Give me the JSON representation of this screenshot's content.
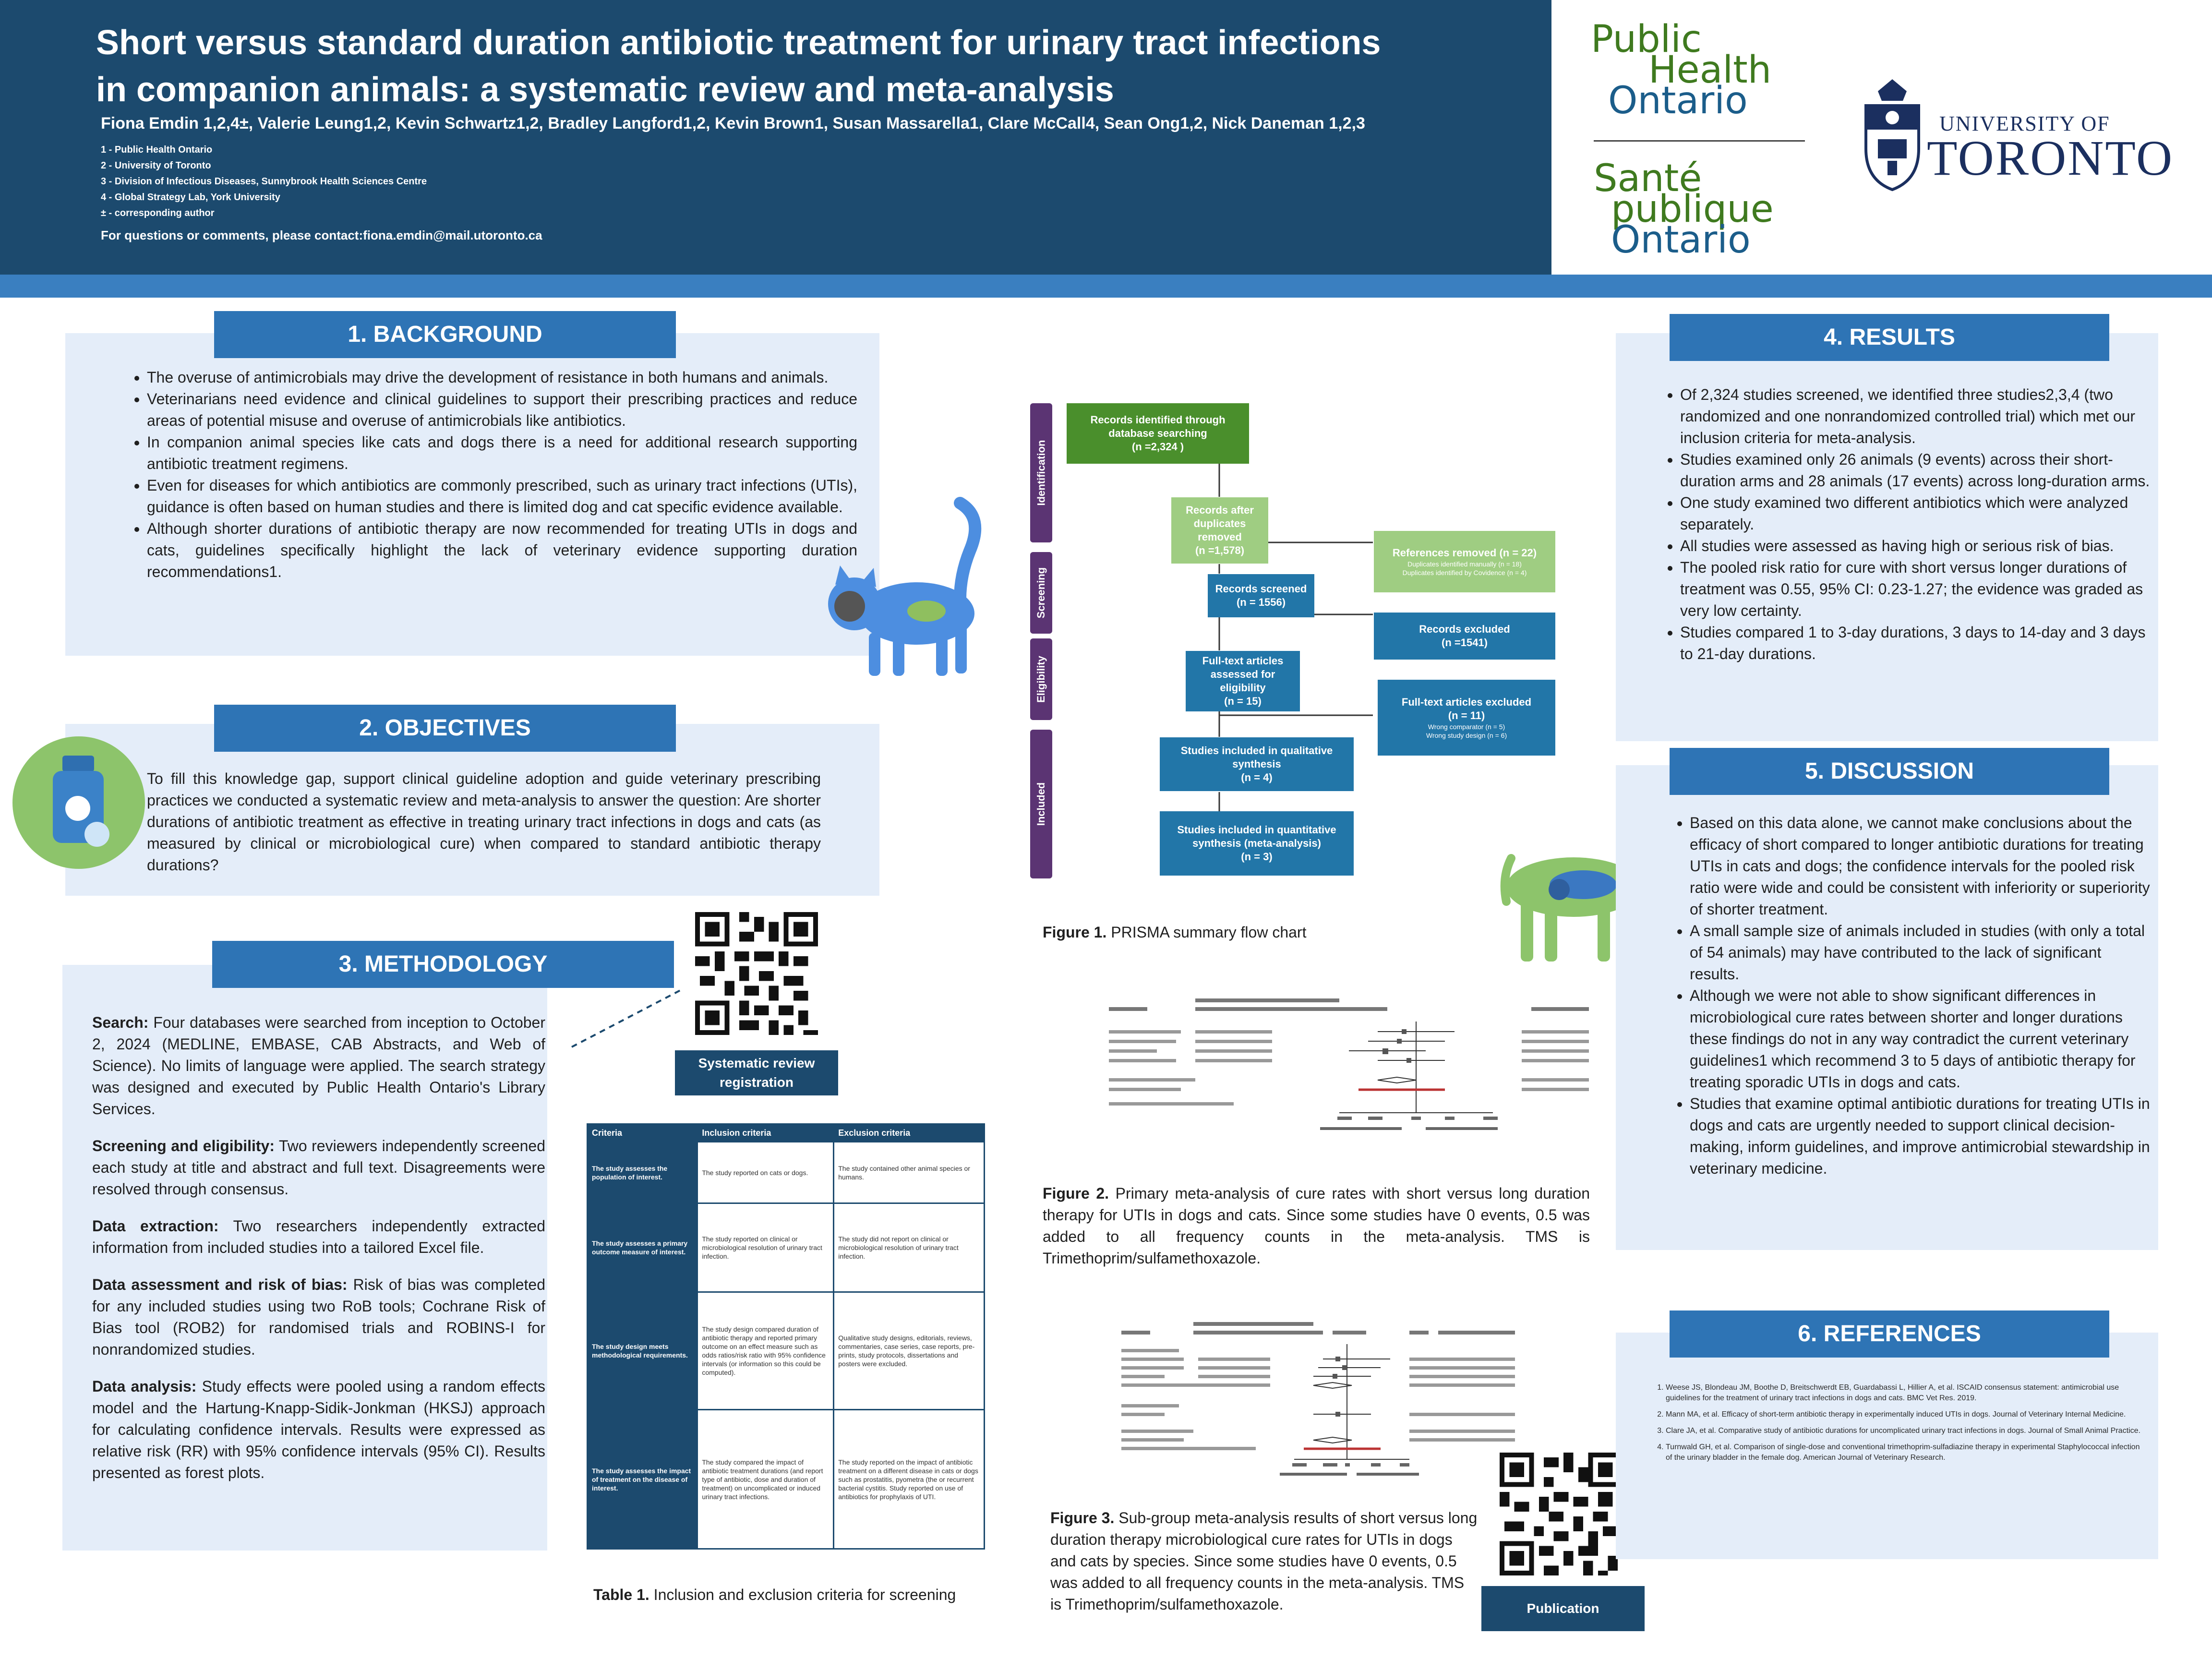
{
  "header": {
    "title_line1": "Short versus standard duration antibiotic treatment for urinary tract infections",
    "title_line2": "in companion animals: a systematic review and meta-analysis",
    "authors": "Fiona Emdin 1,2,4±, Valerie Leung1,2, Kevin Schwartz1,2, Bradley Langford1,2, Kevin Brown1, Susan Massarella1, Clare McCall4, Sean Ong1,2, Nick Daneman 1,2,3",
    "affiliations": [
      "1 - Public Health Ontario",
      "2 - University of Toronto",
      "3 - Division of Infectious Diseases, Sunnybrook Health Sciences Centre",
      "4 - Global Strategy Lab, York University",
      "± - corresponding author"
    ],
    "contact": "For questions or comments, please contact:fiona.emdin@mail.utoronto.ca"
  },
  "logos": {
    "pho_en": [
      "Public",
      "Health",
      "Ontario"
    ],
    "pho_fr": [
      "Santé",
      "publique",
      "Ontario"
    ],
    "uoft_line1": "UNIVERSITY OF",
    "uoft_line2": "TORONTO"
  },
  "colors": {
    "header": "#1c4a6e",
    "panel_head": "#2e74b5",
    "panel_bg": "#e4edf9",
    "pho_green": "#3f7a1f",
    "pho_blue": "#1b5d8a",
    "uoft_navy": "#1b2f5f"
  },
  "background": {
    "heading": "1. BACKGROUND",
    "bullets": [
      "The overuse of antimicrobials may drive the development of resistance in both humans and animals.",
      "Veterinarians need evidence and clinical guidelines to support their prescribing practices and reduce areas of potential misuse and overuse of antimicrobials like antibiotics.",
      "In companion animal species like cats and dogs there is a need for additional research supporting antibiotic treatment regimens.",
      "Even for diseases for which antibiotics are commonly prescribed, such as urinary tract infections (UTIs), guidance is often based on human studies and there is limited dog and cat specific evidence available.",
      "Although shorter durations of antibiotic therapy are now recommended for treating UTIs in dogs and cats, guidelines specifically highlight the lack of veterinary evidence supporting duration recommendations1."
    ]
  },
  "objectives": {
    "heading": "2. OBJECTIVES",
    "text": "To fill this knowledge gap, support clinical guideline adoption and guide veterinary prescribing practices we conducted a systematic review and meta-analysis to answer the question: Are shorter durations of antibiotic treatment as effective in treating urinary tract infections in dogs and cats (as measured by clinical or microbiological cure) when compared to standard antibiotic therapy durations?"
  },
  "methodology": {
    "heading": "3. METHODOLOGY",
    "items": [
      {
        "label": "Search:",
        "text": " Four databases were searched from inception to October 2, 2024 (MEDLINE, EMBASE, CAB Abstracts, and Web of Science). No limits of language were applied. The search strategy was designed and executed by Public Health Ontario's Library Services."
      },
      {
        "label": "Screening and eligibility:",
        "text": " Two reviewers independently screened each study at title and abstract and full text. Disagreements were resolved through consensus."
      },
      {
        "label": "Data extraction:",
        "text": " Two researchers independently extracted information from included studies into a tailored Excel file."
      },
      {
        "label": "Data assessment and risk of bias:",
        "text": " Risk of bias was completed for any included studies using two RoB tools; Cochrane Risk of Bias tool (ROB2) for randomised trials and ROBINS-I for nonrandomized studies."
      },
      {
        "label": "Data analysis:",
        "text": " Study effects were pooled using a random effects model and the Hartung-Knapp-Sidik-Jonkman (HKSJ) approach for calculating confidence intervals. Results were expressed as relative risk (RR) with 95% confidence intervals (95% CI). Results presented as forest plots."
      }
    ],
    "qr_label": "Systematic review registration"
  },
  "criteria_table": {
    "headers": [
      "Criteria",
      "Inclusion criteria",
      "Exclusion criteria"
    ],
    "rows": [
      [
        "The study assesses the population of interest.",
        "The study reported on cats or dogs.",
        "The study contained other animal species or humans."
      ],
      [
        "The study assesses a primary outcome measure of interest.",
        "The study reported on clinical or microbiological resolution of urinary tract infection.",
        "The study did not report on clinical or microbiological resolution of urinary tract infection."
      ],
      [
        "The study design meets methodological requirements.",
        "The study design compared duration of antibiotic therapy and reported primary outcome on an effect measure such as odds ratios/risk ratio with 95% confidence intervals (or information so this could be computed).",
        "Qualitative study designs, editorials, reviews, commentaries, case series, case reports, pre-prints, study protocols, dissertations and posters were excluded."
      ],
      [
        "The study assesses the impact of treatment on the disease of interest.",
        "The study compared the impact of antibiotic treatment durations (and report type of antibiotic, dose and duration of treatment) on uncomplicated or induced urinary tract infections.",
        "The study reported on the impact of antibiotic treatment on a different disease in cats or dogs such as prostatitis, pyometra (the or recurrent bacterial cystitis. Study reported on use of antibiotics for prophylaxis of UTI."
      ]
    ],
    "caption_label": "Table 1.",
    "caption_text": " Inclusion and exclusion criteria for screening"
  },
  "prisma": {
    "stages": [
      "Identification",
      "Screening",
      "Eligibility",
      "Included"
    ],
    "boxes": {
      "identified": "Records identified through database searching",
      "identified_n": "(n =2,324  )",
      "after_dup": "Records after duplicates removed",
      "after_dup_n": "(n =1,578)",
      "refs_removed": "References removed  (n = 22)",
      "refs_removed_sub1": "Duplicates identified manually (n = 18)",
      "refs_removed_sub2": "Duplicates identified by Covidence (n = 4)",
      "screened": "Records screened",
      "screened_n": "(n = 1556)",
      "excluded": "Records excluded",
      "excluded_n": "(n =1541)",
      "fulltext": "Full-text articles assessed for eligibility",
      "fulltext_n": "(n = 15)",
      "ft_excluded": "Full-text articles excluded",
      "ft_excluded_n": "(n = 11)",
      "ft_excluded_sub1": "Wrong comparator (n = 5)",
      "ft_excluded_sub2": "Wrong study design (n = 6)",
      "qual": "Studies included in qualitative synthesis",
      "qual_n": "(n = 4)",
      "quant": "Studies included in quantitative synthesis (meta-analysis)",
      "quant_n": "(n = 3)"
    },
    "caption_label": "Figure 1.",
    "caption_text": " PRISMA summary flow chart"
  },
  "figure2": {
    "caption_label": "Figure 2.",
    "caption_text": " Primary meta-analysis of cure rates with short versus long duration therapy for UTIs in dogs and cats. Since some studies have 0 events, 0.5 was added to all frequency counts in the meta-analysis. TMS is Trimethoprim/sulfamethoxazole."
  },
  "figure3": {
    "caption_label": "Figure 3.",
    "caption_text": " Sub-group meta-analysis results of short versus long duration therapy microbiological cure rates for UTIs in dogs and cats by species. Since some studies have 0 events, 0.5 was added to all frequency counts in the meta-analysis. TMS is Trimethoprim/sulfamethoxazole.",
    "qr_label": "Publication"
  },
  "results": {
    "heading": "4. RESULTS",
    "bullets": [
      "Of 2,324 studies screened, we identified three studies2,3,4 (two randomized and one nonrandomized controlled trial) which met our inclusion criteria for meta-analysis.",
      "Studies examined only 26 animals (9 events) across their short-duration arms and 28 animals (17 events) across long-duration arms.",
      "One study examined two different antibiotics which were analyzed separately.",
      "All studies were assessed as having high or serious risk of bias.",
      "The pooled risk ratio for cure with short versus longer durations of treatment was 0.55, 95% CI: 0.23-1.27; the evidence was graded as very low certainty.",
      "Studies compared 1 to 3-day durations, 3 days to 14-day and 3 days to 21-day durations."
    ]
  },
  "discussion": {
    "heading": "5. DISCUSSION",
    "bullets": [
      "Based on this data alone, we cannot make conclusions about the efficacy of short compared to longer antibiotic durations for treating UTIs in cats and dogs; the confidence intervals for the pooled risk ratio were wide and could be consistent with inferiority or superiority of shorter treatment.",
      "A small sample size of animals included in studies (with only a total of 54 animals) may have contributed to the lack of significant results.",
      "Although we were not able to show significant differences in microbiological cure rates between shorter and longer durations these findings do not in any way contradict the current veterinary guidelines1 which recommend 3 to 5 days of antibiotic therapy for treating sporadic UTIs in dogs and cats.",
      "Studies that examine optimal antibiotic durations for treating UTIs in dogs and cats are urgently needed to support clinical decision-making, inform guidelines, and improve antimicrobial stewardship in veterinary medicine."
    ]
  },
  "references": {
    "heading": "6. REFERENCES",
    "items": [
      "Weese JS, Blondeau JM, Boothe D, Breitschwerdt EB, Guardabassi L, Hillier A, et al. ISCAID consensus statement: antimicrobial use guidelines for the treatment of urinary tract infections in dogs and cats. BMC Vet Res. 2019.",
      "Mann MA, et al. Efficacy of short-term antibiotic therapy in experimentally induced UTIs in dogs. Journal of Veterinary Internal Medicine.",
      "Clare JA, et al. Comparative study of antibiotic durations for uncomplicated urinary tract infections in dogs. Journal of Small Animal Practice.",
      "Turnwald GH, et al. Comparison of single-dose and conventional trimethoprim-sulfadiazine therapy in experimental Staphylococcal infection of the urinary bladder in the female dog. American Journal of Veterinary Research."
    ]
  }
}
